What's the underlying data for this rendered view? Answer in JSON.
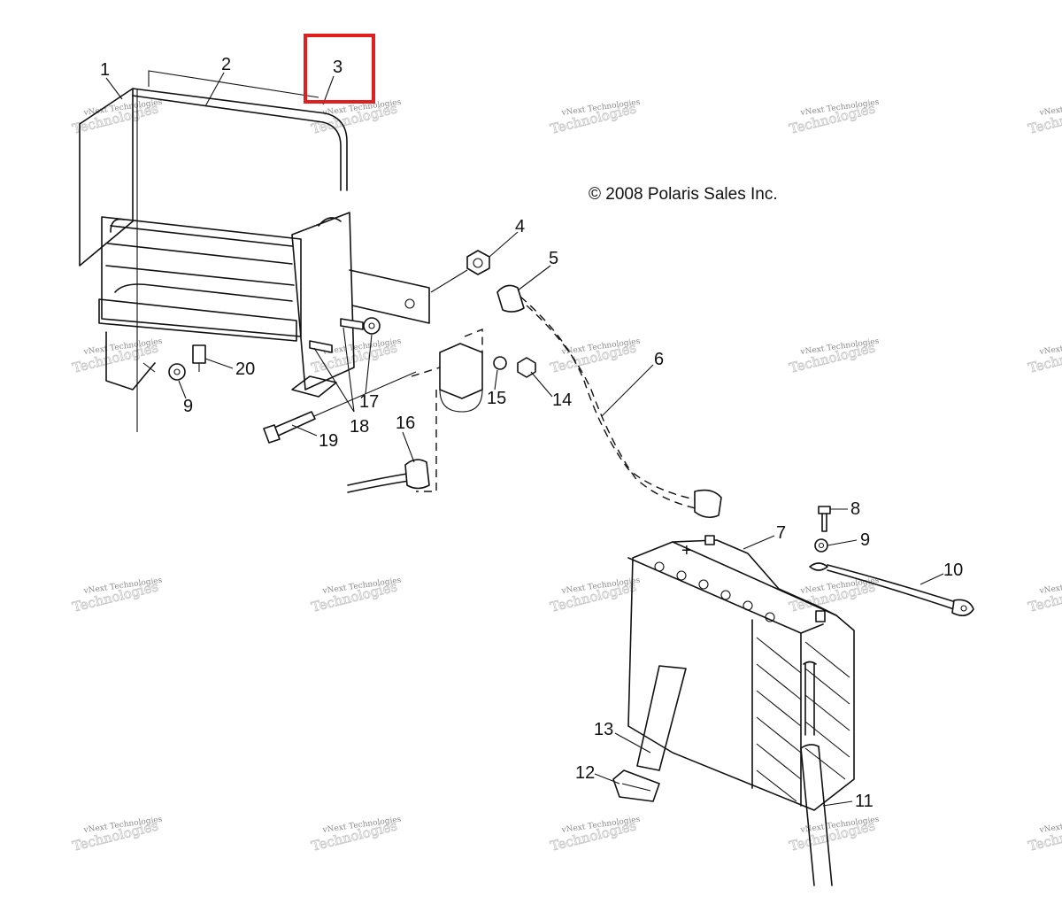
{
  "diagram": {
    "copyright": "© 2008 Polaris Sales Inc.",
    "highlighted_callout": "3",
    "highlight_color": "#e02020",
    "watermark": {
      "line1": "vNext Technologies",
      "line2": "Technologies"
    },
    "callouts": {
      "c1": "1",
      "c2": "2",
      "c3": "3",
      "c4": "4",
      "c5": "5",
      "c6": "6",
      "c7": "7",
      "c8": "8",
      "c9a": "9",
      "c9b": "9",
      "c10": "10",
      "c11": "11",
      "c12": "12",
      "c13": "13",
      "c14": "14",
      "c15": "15",
      "c16": "16",
      "c17": "17",
      "c18": "18",
      "c19": "19",
      "c20": "20"
    },
    "battery_polarity": "+"
  }
}
